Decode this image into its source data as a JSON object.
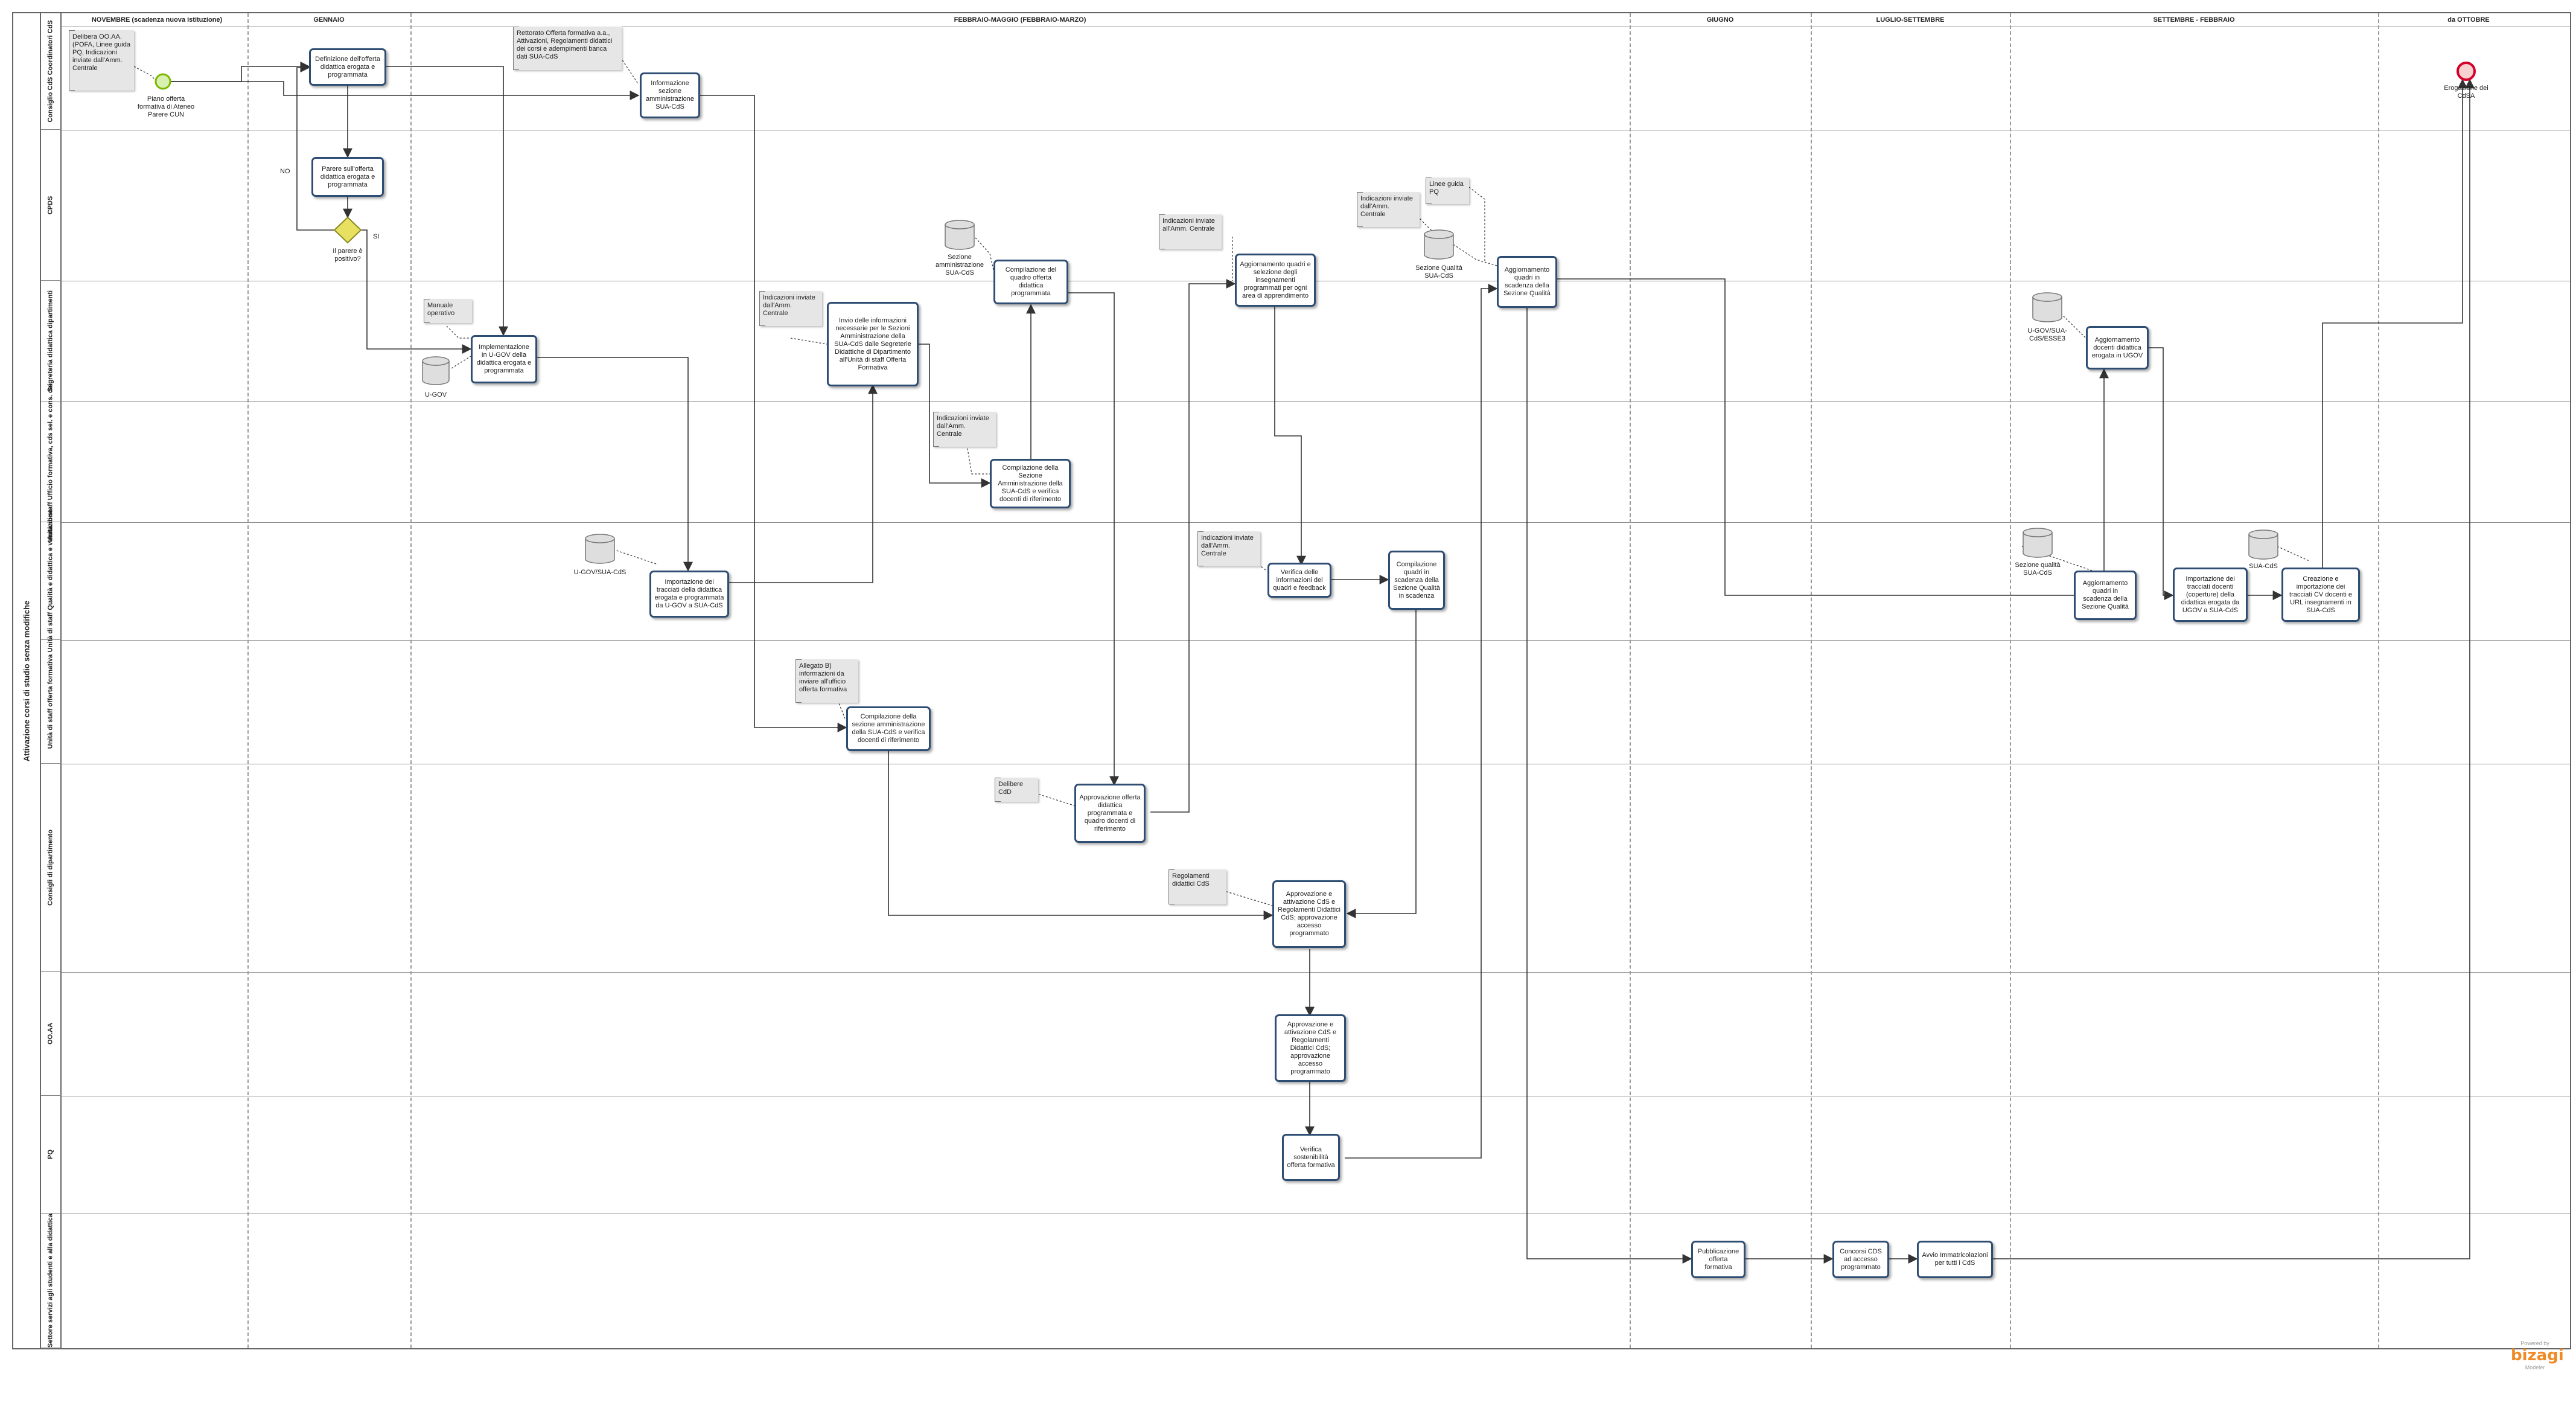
{
  "pool": {
    "title": "Attivazione corsi di studio senza modifiche"
  },
  "lanes": [
    "Consiglio CdS Coordinatori CdS",
    "CPDS",
    "Segreteria didattica dipartimenti",
    "Unità di staff Ufficio formativa, cds sel. e cons. dei.",
    "Unità di staff Qualità e didattica e valutazione",
    "Unità di staff offerta formativa",
    "Consigli di dipartimento",
    "OO.AA",
    "PQ",
    "Settore servizi agli studenti e alla didattica"
  ],
  "phases": [
    "NOVEMBRE     (scadenza nuova istituzione)",
    "GENNAIO",
    "FEBBRAIO-MAGGIO     (FEBBRAIO-MARZO)",
    "GIUGNO",
    "LUGLIO-SETTEMBRE",
    "SETTEMBRE - FEBBRAIO",
    "da OTTOBRE"
  ],
  "tasks": {
    "t1": "Definizione dell'offerta didattica erogata e programmata",
    "t2": "Informazione sezione amministrazione SUA-CdS",
    "t3": "Parere sull'offerta didattica erogata e programmata",
    "t4": "Implementazione in U-GOV della didattica erogata e programmata",
    "t5": "Invio delle informazioni necessarie per le Sezioni Amministrazione della SUA-CdS dalle Segreterie Didattiche di Dipartimento all'Unità di staff Offerta Formativa",
    "t6": "Compilazione del quadro offerta didattica programmata",
    "t7": "Aggiornamento quadri e selezione degli insegnamenti programmati per ogni area di apprendimento",
    "t8": "Aggiornamento quadri in scadenza della Sezione Qualità",
    "t9": "Aggiornamento docenti didattica erogata in UGOV",
    "t10": "Compilazione della Sezione Amministrazione della SUA-CdS e verifica docenti di riferimento",
    "t11": "Importazione dei tracciati della didattica erogata e programmata da U-GOV a SUA-CdS",
    "t12": "Verifica delle informazioni dei quadri e feedback",
    "t13": "Compilazione quadri in scadenza della Sezione Qualità in scadenza",
    "t14": "Aggiornamento quadri in scadenza della Sezione Qualità",
    "t15": "Importazione dei tracciati docenti (coperture) della didattica erogata da UGOV a SUA-CdS",
    "t16": "Creazione e importazione dei tracciati CV docenti e URL insegnamenti in SUA-CdS",
    "t17": "Compilazione della sezione amministrazione della SUA-CdS e verifica docenti di riferimento",
    "t18": "Approvazione offerta didattica programmata e quadro docenti di riferimento",
    "t19": "Approvazione e attivazione CdS e Regolamenti Didattici CdS; approvazione accesso programmato",
    "t20": "Approvazione e attivazione CdS e Regolamenti Didattici CdS; approvazione accesso programmato",
    "t21": "Verifica sostenibilità offerta formativa",
    "t22": "Pubblicazione offerta formativa",
    "t23": "Concorsi CDS ad accesso programmato",
    "t24": "Avvio Immatricolazioni per tutti i CdS"
  },
  "annotations": {
    "a1": "Delibera OO.AA. (POFA, Linee guida PQ, Indicazioni inviate dall'Amm. Centrale",
    "a2": "Rettorato Offerta formativa a.a., Attivazioni, Regolamenti didattici dei corsi e adempimenti banca dati SUA-CdS",
    "a3": "Manuale operativo",
    "a4": "Indicazioni inviate dall'Amm. Centrale",
    "a5": "Indicazioni inviate dall'Amm. Centrale",
    "a6": "Indicazioni inviate all'Amm. Centrale",
    "a7": "Indicazioni inviate dall'Amm. Centrale",
    "a8": "Linee guida PQ",
    "a9": "Indicazioni inviate dall'Amm. Centrale",
    "a10": "Allegato B) informazioni da inviare all'ufficio offerta formativa",
    "a11": "Delibere CdD",
    "a12": "Regolamenti didattici CdS"
  },
  "databases": {
    "d1": "U-GOV",
    "d2": "Sezione amministrazione SUA-CdS",
    "d3": "Sezione Qualità SUA-CdS",
    "d4": "U-GOV/SUA-CdS/ESSE3",
    "d5": "U-GOV/SUA-CdS",
    "d6": "Sezione qualità SUA-CdS",
    "d7": "SUA-CdS"
  },
  "events": {
    "start": "Piano offerta formativa di Ateneo Parere CUN",
    "end": "Erogazione dei CdSA"
  },
  "gateway": {
    "label": "Il parere è positivo?",
    "no": "NO",
    "yes": "SI"
  },
  "logo": {
    "powered": "Powered by",
    "brand": "bizagi",
    "sub": "Modeler"
  },
  "colors": {
    "task_border": "#2e4d73",
    "annotation_fill": "#e6e6e6",
    "start_event": "#7bb800",
    "end_event": "#d4002a",
    "gateway": "#e8e060",
    "flow": "#333333"
  }
}
